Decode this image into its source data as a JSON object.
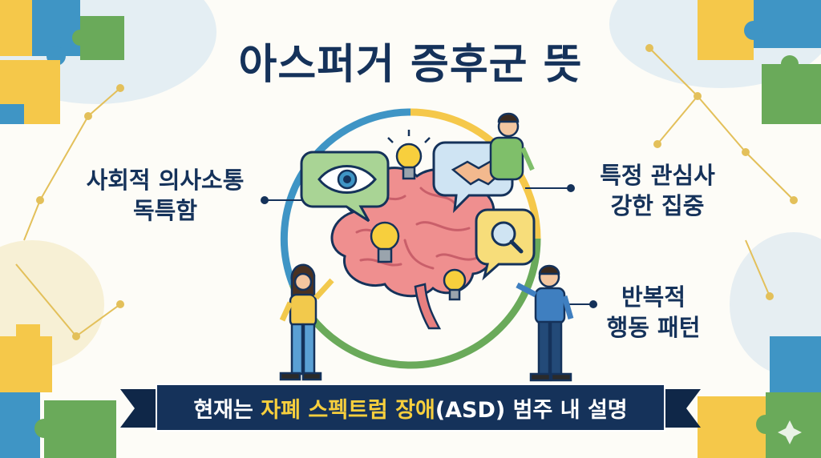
{
  "title": "아스퍼거 증후군 뜻",
  "labels": {
    "social": [
      "사회적 의사소통",
      "독특함"
    ],
    "interest": [
      "특정 관심사",
      "강한 집중"
    ],
    "behavior": [
      "반복적",
      "행동 패턴"
    ]
  },
  "banner": {
    "prefix": "현재는",
    "highlight": "자폐 스펙트럼 장애",
    "suffix": "(ASD) 범주 내 설명"
  },
  "colors": {
    "navy": "#15325a",
    "yellow": "#f5c84a",
    "blue": "#3f95c5",
    "green": "#6aaa5a",
    "brain": "#ef8f8f"
  },
  "icons": [
    "eye-icon",
    "lightbulb-icon",
    "handshake-icon",
    "magnifier-icon",
    "brain-icon",
    "puzzle-icon"
  ]
}
